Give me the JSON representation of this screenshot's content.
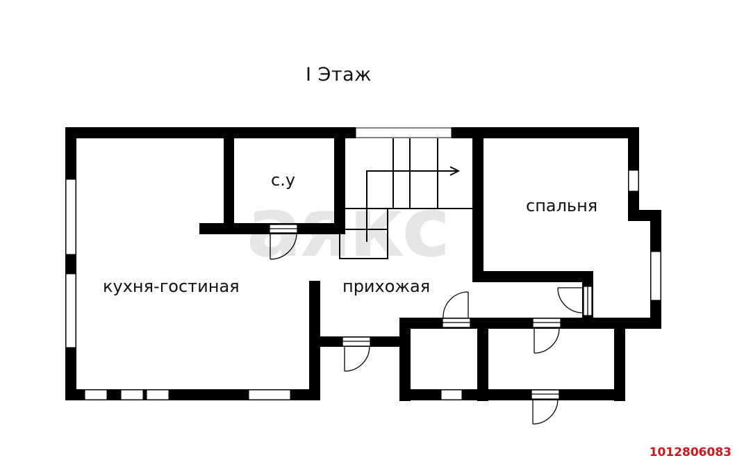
{
  "header": {
    "title": "I Этаж"
  },
  "watermark": {
    "text": "аякс",
    "color": "#e6e6e6"
  },
  "rooms": [
    {
      "id": "kitchen-living",
      "label": "кухня-гостиная"
    },
    {
      "id": "bathroom",
      "label": "с.у"
    },
    {
      "id": "hallway",
      "label": "прихожая"
    },
    {
      "id": "bedroom",
      "label": "спальня"
    }
  ],
  "footer": {
    "listing_id": "1012806083",
    "color": "#d4161b"
  },
  "colors": {
    "wall": "#000000",
    "background": "#ffffff"
  }
}
